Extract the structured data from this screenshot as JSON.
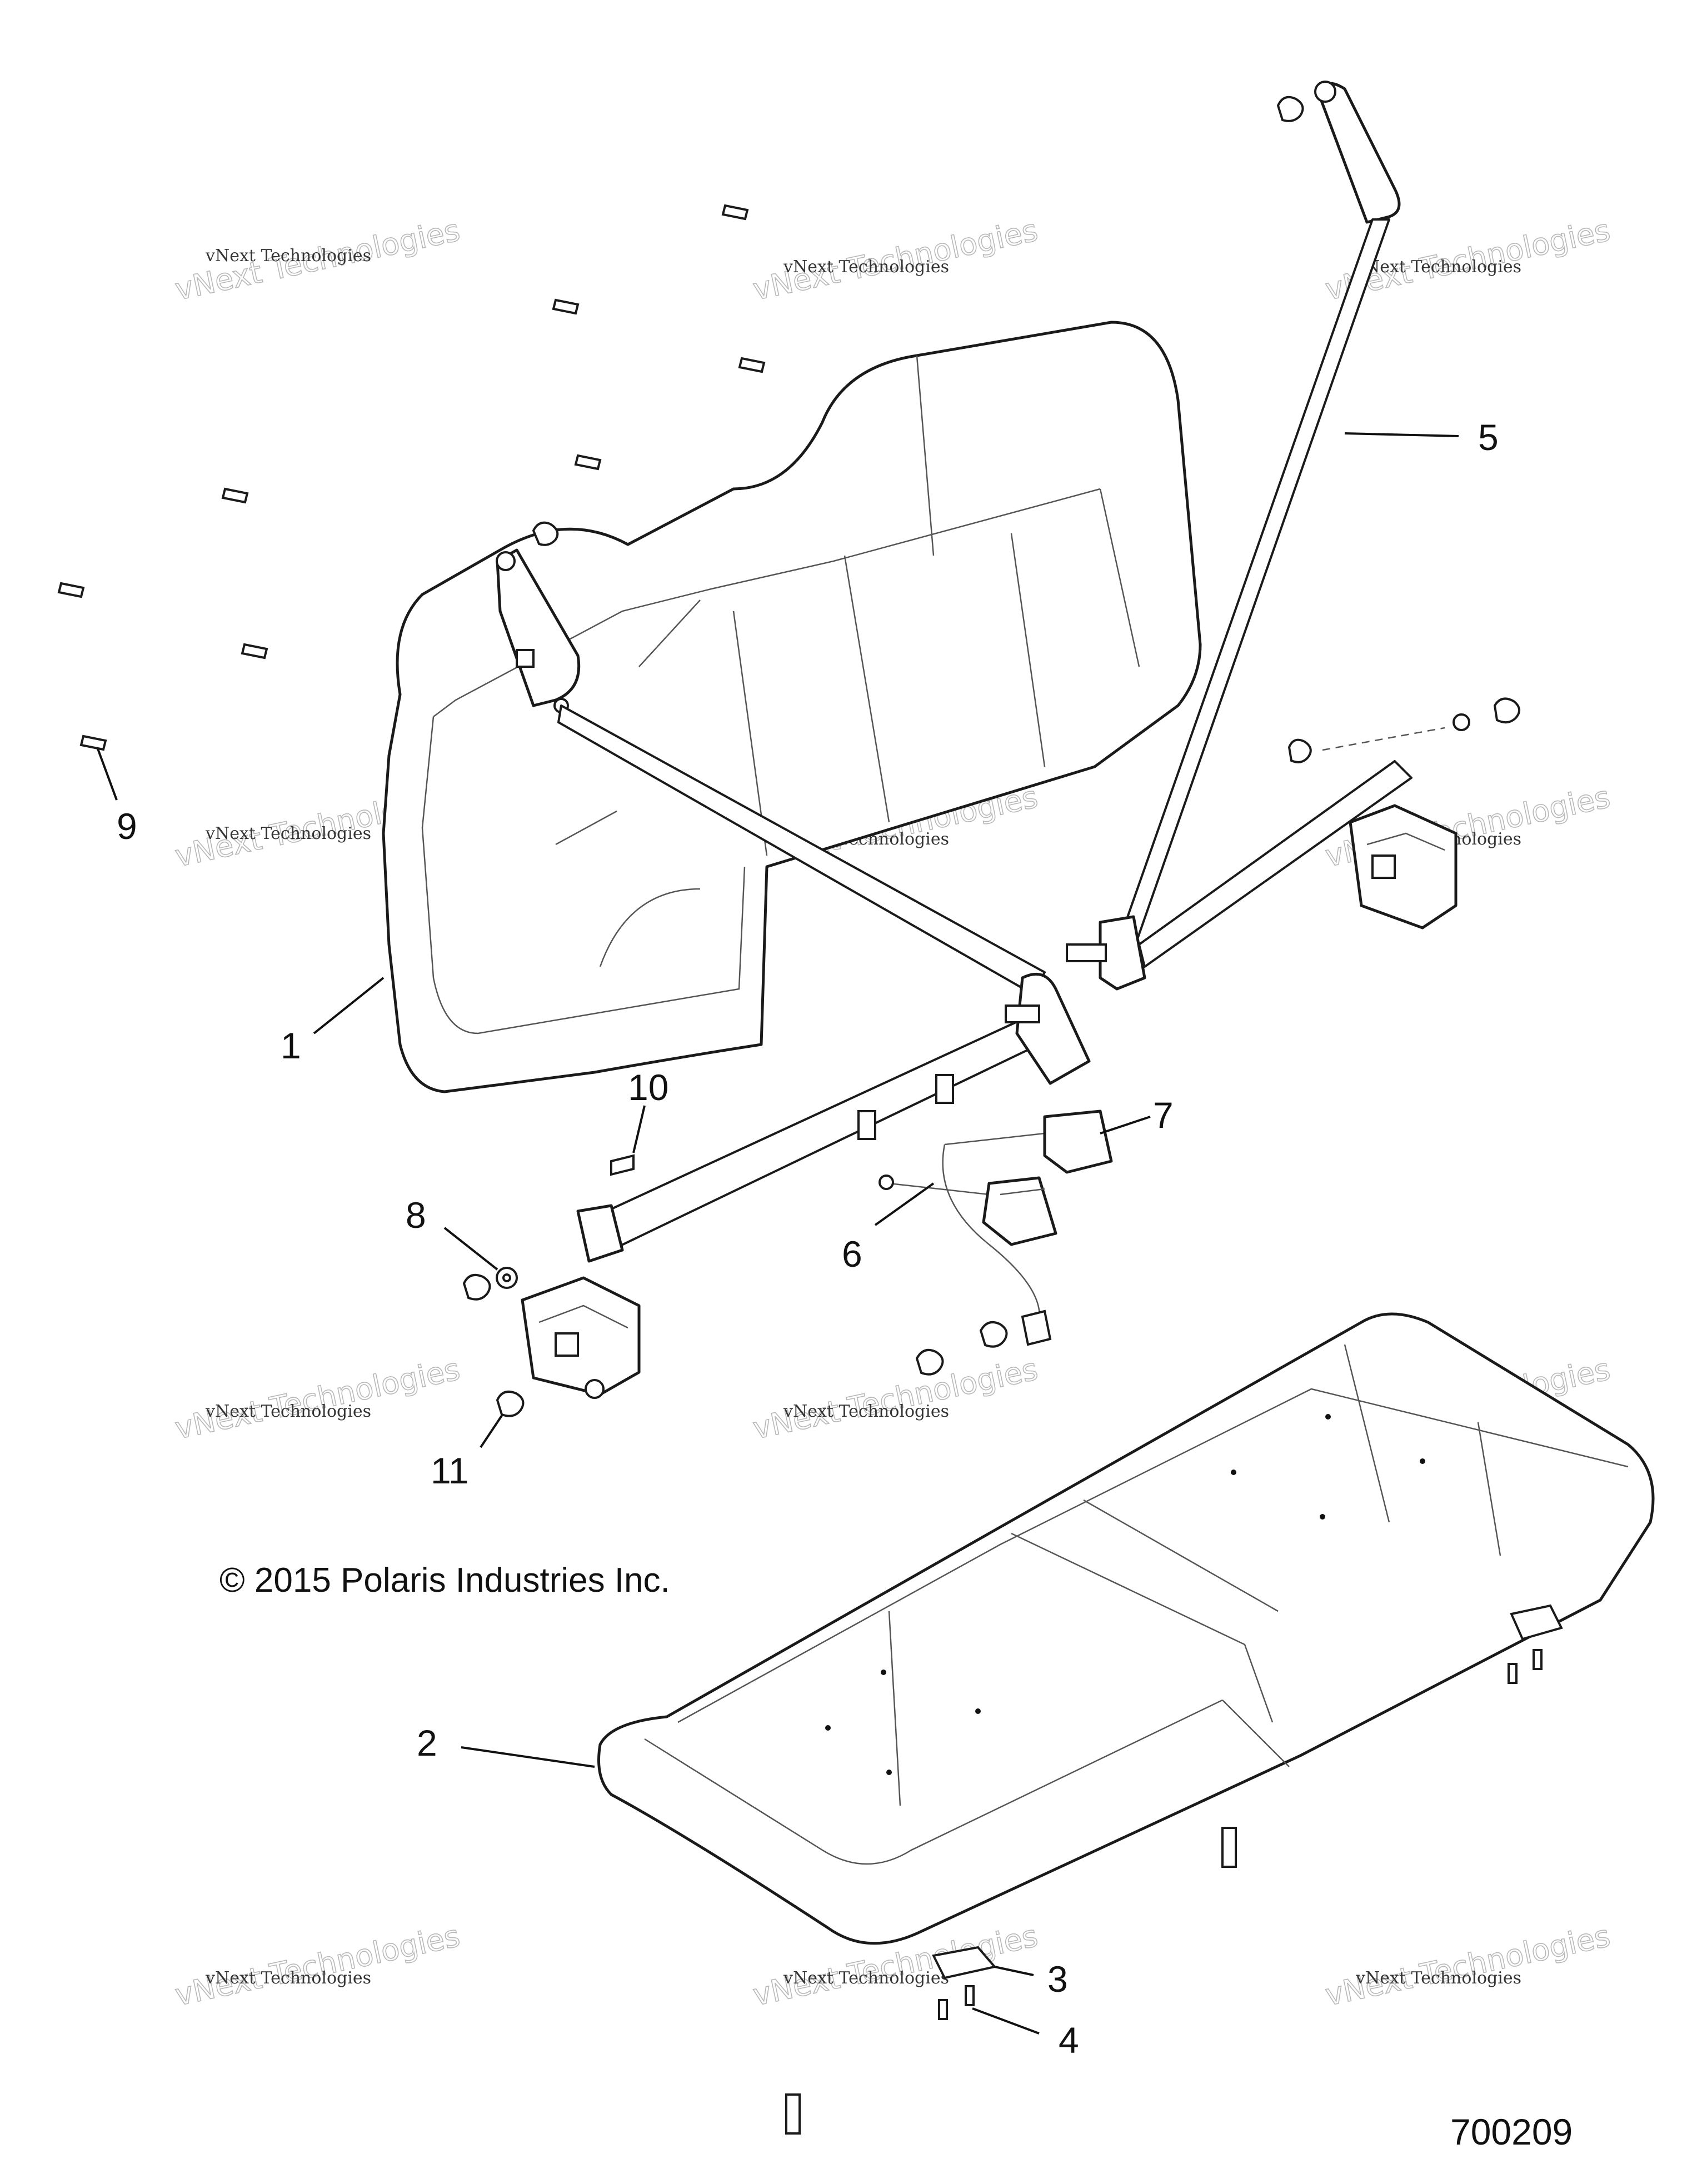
{
  "callouts": [
    {
      "id": "1",
      "label": "1"
    },
    {
      "id": "2",
      "label": "2"
    },
    {
      "id": "3",
      "label": "3"
    },
    {
      "id": "4",
      "label": "4"
    },
    {
      "id": "5",
      "label": "5"
    },
    {
      "id": "6",
      "label": "6"
    },
    {
      "id": "7",
      "label": "7"
    },
    {
      "id": "8",
      "label": "8"
    },
    {
      "id": "9",
      "label": "9"
    },
    {
      "id": "10",
      "label": "10"
    },
    {
      "id": "11",
      "label": "11"
    }
  ],
  "watermark": {
    "big": "vNext Technologies",
    "small": "vNext Technologies"
  },
  "copyright": "© 2015 Polaris Industries Inc.",
  "diagram_id": "700209"
}
